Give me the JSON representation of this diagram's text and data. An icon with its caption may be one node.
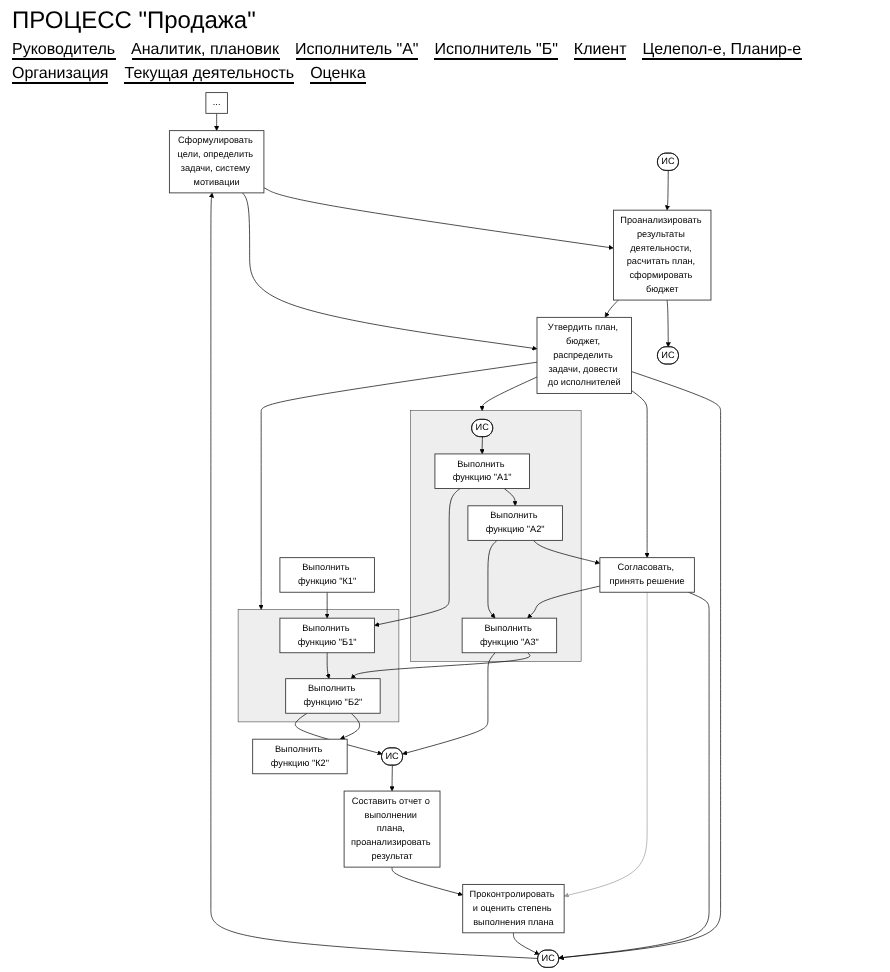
{
  "diagram": {
    "title": "ПРОЦЕСС \"Продажа\"",
    "nodes": [
      {
        "text": [
          "..."
        ]
      },
      {
        "text": [
          "ИС"
        ]
      },
      {
        "text": [
          "Сформулировать цели, определить задачи, систему мотивации"
        ]
      },
      {
        "text": [
          "ИС"
        ]
      },
      {
        "text": [
          "Проанализировать результаты деятельности, расчитать план, сформировать бюджет"
        ]
      },
      {
        "text": [
          "Утвердить план, бюджет, распределить задачи, довести до исполнителей"
        ]
      },
      {
        "text": [
          "ИС"
        ]
      },
      {
        "text": [
          "Согласовать, принять решение"
        ]
      },
      {
        "text": [],
        "shape": "box"
      },
      {
        "text": [
          "ИС"
        ],
        "in": 8
      },
      {
        "text": [
          "Выполнить функцию \"А1\""
        ],
        "in": 8
      },
      {
        "text": [
          "Выполнить функцию \"А2\""
        ],
        "in": 8
      },
      {
        "text": [
          "Выполнить функцию \"А3\""
        ],
        "in": 8
      },
      {
        "text": [],
        "shape": "box"
      },
      {
        "text": [
          "Выполнить функцию \"Б1\""
        ],
        "in": 13
      },
      {
        "text": [
          "Выполнить функцию \"Б2\""
        ],
        "in": 13
      },
      {
        "text": [
          "Выполнить функцию \"К1\""
        ]
      },
      {
        "text": [
          "Выполнить функцию \"К2\""
        ]
      },
      {
        "text": [
          "ИС"
        ]
      },
      {
        "text": [
          "Составить отчет о выполнении плана, проанализировать результат"
        ]
      },
      {
        "text": [
          "Проконтролировать и оценить степень выполнения плана"
        ]
      }
    ],
    "edges": [
      {
        "from": 0,
        "to": 2,
        "arrow": "to"
      },
      {
        "from": 1,
        "to": 2,
        "arrow": "to"
      },
      {
        "from": 2,
        "to": 4,
        "arrow": "to"
      },
      {
        "from": 3,
        "to": 4,
        "arrow": "to"
      },
      {
        "from": 2,
        "to": 5,
        "arrow": "to"
      },
      {
        "from": 4,
        "to": 6,
        "arrow": "to"
      },
      {
        "from": 4,
        "to": 5,
        "arrow": "to"
      },
      {
        "from": 5,
        "to": 1,
        "arrow": "to"
      },
      {
        "from": 5,
        "to": 7,
        "arrow": "to"
      },
      {
        "from": 5,
        "to": 8,
        "arrow": "to"
      },
      {
        "from": 5,
        "to": 13,
        "arrow": "to"
      },
      {
        "from": 9,
        "to": 10,
        "arrow": "to"
      },
      {
        "from": 10,
        "to": 11,
        "arrow": "to"
      },
      {
        "from": 10,
        "to": 14,
        "arrow": "to"
      },
      {
        "from": 11,
        "to": 7,
        "arrow": "to"
      },
      {
        "from": 11,
        "to": 12,
        "arrow": "to"
      },
      {
        "from": 7,
        "to": 12,
        "arrow": "to"
      },
      {
        "from": 7,
        "to": 1,
        "arrow": "to"
      },
      {
        "from": 7,
        "to": 20,
        "arrow": "to",
        "color": "#999999"
      },
      {
        "from": 16,
        "to": 14,
        "arrow": "to"
      },
      {
        "from": 14,
        "to": 15,
        "arrow": "to"
      },
      {
        "from": 12,
        "to": 15,
        "arrow": "to"
      },
      {
        "from": 12,
        "to": 18,
        "arrow": "to"
      },
      {
        "from": 15,
        "to": 17,
        "arrow": "to"
      },
      {
        "from": 15,
        "to": 18,
        "arrow": "to"
      },
      {
        "from": 18,
        "to": 19,
        "arrow": "to"
      },
      {
        "from": 19,
        "to": 20,
        "arrow": "to"
      },
      {
        "from": 20,
        "to": 1,
        "arrow": "to"
      }
    ],
    "labels": [
      "Руководитель",
      "Аналитик, плановик",
      "Исполнитель \"А\"",
      "Исполнитель \"Б\"",
      "Клиент",
      "Целепол-е, Планир-е",
      "Организация",
      "Текущая деятельность",
      "Оценка"
    ]
  }
}
